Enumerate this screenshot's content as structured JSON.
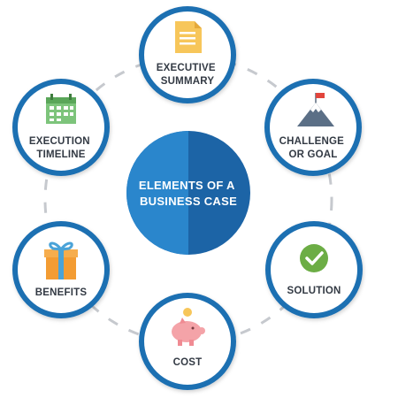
{
  "center": {
    "lines": [
      "ELEMENTS OF A",
      "BUSINESS CASE"
    ]
  },
  "nodes": [
    {
      "id": "executive-summary",
      "lines": [
        "EXECUTIVE",
        "SUMMARY"
      ],
      "icon": "document-icon"
    },
    {
      "id": "challenge-or-goal",
      "lines": [
        "CHALLENGE",
        "OR GOAL"
      ],
      "icon": "mountain-flag-icon"
    },
    {
      "id": "solution",
      "lines": [
        "SOLUTION"
      ],
      "icon": "checkmark-icon"
    },
    {
      "id": "cost",
      "lines": [
        "COST"
      ],
      "icon": "piggy-bank-icon"
    },
    {
      "id": "benefits",
      "lines": [
        "BENEFITS"
      ],
      "icon": "gift-icon"
    },
    {
      "id": "execution-timeline",
      "lines": [
        "EXECUTION",
        "TIMELINE"
      ],
      "icon": "calendar-icon"
    }
  ],
  "colors": {
    "ring": "#1f6fb2",
    "center_left": "#2a86cc",
    "center_right": "#1c64a6",
    "connector": "#c6c9ce",
    "document": "#f7c65a",
    "check": "#6cad45",
    "piggy": "#f4a3a8",
    "gift": "#f39c33",
    "calendar": "#7dc47b"
  }
}
